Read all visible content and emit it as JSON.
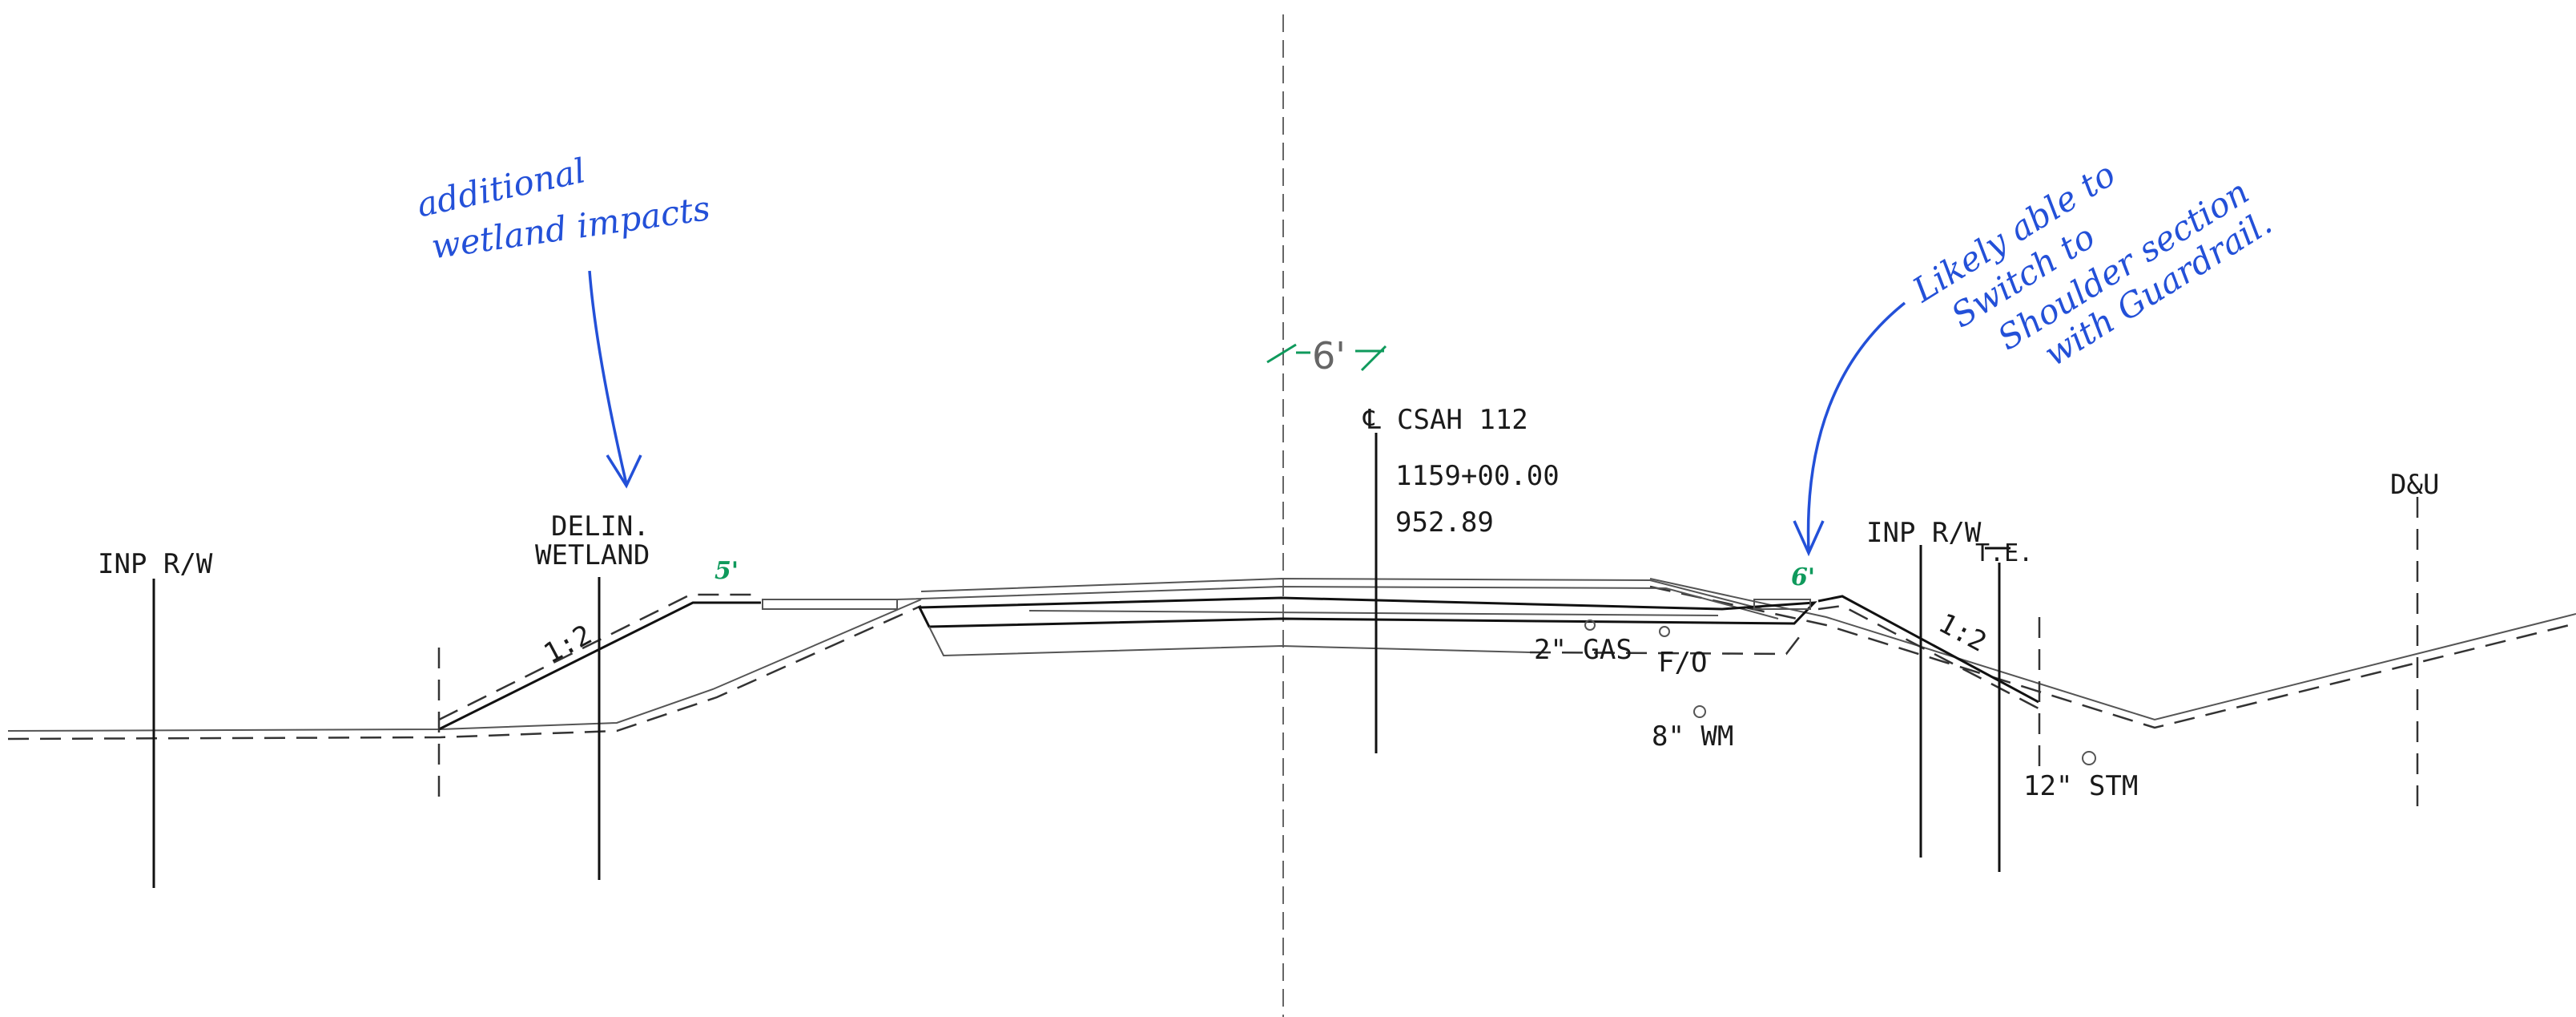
{
  "labels": {
    "inp_rw_left": "INP R/W",
    "delin": "DELIN.",
    "wetland": "WETLAND",
    "centerline_symbol": "℄",
    "road_name": "CSAH 112",
    "station": "1159+00.00",
    "elevation": "952.89",
    "gas": "2\" GAS",
    "fo": "F/O",
    "wm": "8\" WM",
    "stm": "12\" STM",
    "inp_rw_right": "INP R/W",
    "te": "T.E.",
    "du": "D&U",
    "slope_left": "1:2",
    "slope_right": "1:2"
  },
  "annotations": {
    "left_note_line1": "additional",
    "left_note_line2": "wetland impacts",
    "right_note_line1": "Likely able to",
    "right_note_line2": "Switch to",
    "right_note_line3": "Shoulder section",
    "right_note_line4": "with Guardrail.",
    "left_dim": "5'",
    "right_dim": "6'",
    "top_dim": "6'"
  },
  "colors": {
    "ink": "#111111",
    "markup_blue": "#2350d8",
    "markup_green": "#0f9a5c"
  }
}
